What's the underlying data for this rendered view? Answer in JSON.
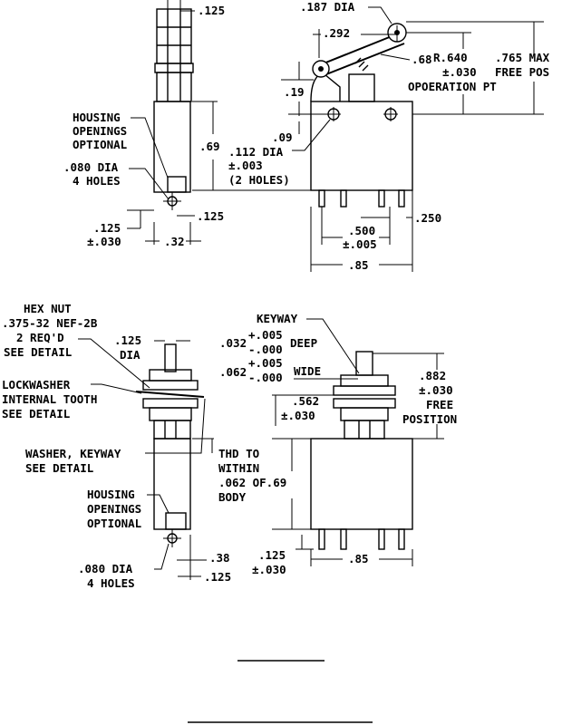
{
  "top_view": {
    "roller_dia": ".187 DIA",
    "dim_292": ".292",
    "stem_width": ".125",
    "r_640": "R.640",
    "tol_030_a": "±.030",
    "op_pt": "OPOERATION PT",
    "dim_68": ".68",
    "max_765": ".765 MAX",
    "free_pos": "FREE POS",
    "dim_19": ".19",
    "dim_09": ".09",
    "dim_69": ".69",
    "hole_dia": ".112 DIA",
    "hole_tol": "±.003",
    "hole_count": "(2 HOLES)",
    "housing_1": "HOUSING",
    "housing_2": "OPENINGS",
    "housing_3": "OPTIONAL",
    "dia_080": ".080 DIA",
    "holes_4": "4 HOLES",
    "dim_125_left": ".125",
    "tol_030_b": "±.030",
    "dim_32": ".32",
    "dim_125_right": ".125",
    "dim_250": ".250",
    "dim_500": ".500",
    "tol_005": "±.005",
    "dim_85": ".85"
  },
  "bottom_view": {
    "hex_nut_1": "HEX NUT",
    "hex_nut_2": ".375-32 NEF-2B",
    "hex_nut_3": "2 REQ'D",
    "hex_nut_4": "SEE DETAIL",
    "dia_125": ".125",
    "dia_word": "DIA",
    "lock_1": "LOCKWASHER",
    "lock_2": "INTERNAL TOOTH",
    "lock_3": "SEE DETAIL",
    "washer_1": "WASHER, KEYWAY",
    "washer_2": "SEE DETAIL",
    "thd_1": "THD TO",
    "thd_2": "WITHIN",
    "thd_3": ".062 OF.69",
    "thd_4": "BODY",
    "housing_1": "HOUSING",
    "housing_2": "OPENINGS",
    "housing_3": "OPTIONAL",
    "dia_080": ".080 DIA",
    "holes_4": "4 HOLES",
    "dim_38": ".38",
    "dim_125": ".125",
    "keyway": "KEYWAY",
    "dim_032": ".032",
    "tol_plus_005_a": "+.005",
    "tol_minus_000_a": "-.000",
    "deep": "DEEP",
    "dim_062": ".062",
    "tol_plus_005_b": "+.005",
    "tol_minus_000_b": "-.000",
    "wide": "WIDE",
    "dim_562": ".562",
    "tol_030_c": "±.030",
    "dim_882": ".882",
    "tol_030_d": "±.030",
    "free": "FREE",
    "position": "POSITION",
    "dim_125_b": ".125",
    "tol_030_e": "±.030",
    "dim_85": ".85"
  }
}
